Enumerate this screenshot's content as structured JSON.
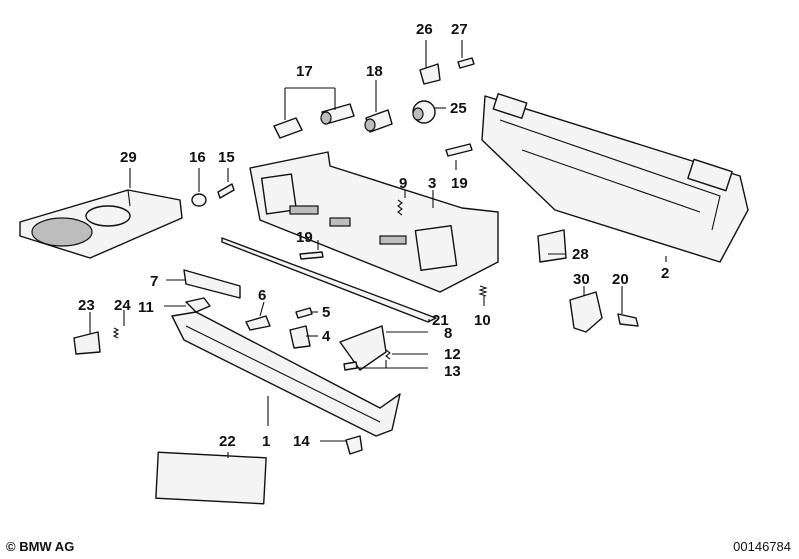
{
  "footer": {
    "copyright": "© BMW AG",
    "diagram_id": "00146784"
  },
  "callouts": {
    "c1": "1",
    "c2": "2",
    "c3": "3",
    "c4": "4",
    "c5": "5",
    "c6": "6",
    "c7": "7",
    "c8": "8",
    "c9": "9",
    "c10": "10",
    "c11": "11",
    "c12": "12",
    "c13": "13",
    "c14": "14",
    "c15": "15",
    "c16": "16",
    "c17": "17",
    "c18": "18",
    "c19a": "19",
    "c19b": "19",
    "c20": "20",
    "c21": "21",
    "c22": "22",
    "c23": "23",
    "c24": "24",
    "c25": "25",
    "c26": "26",
    "c27": "27",
    "c28": "28",
    "c29": "29",
    "c30": "30"
  }
}
